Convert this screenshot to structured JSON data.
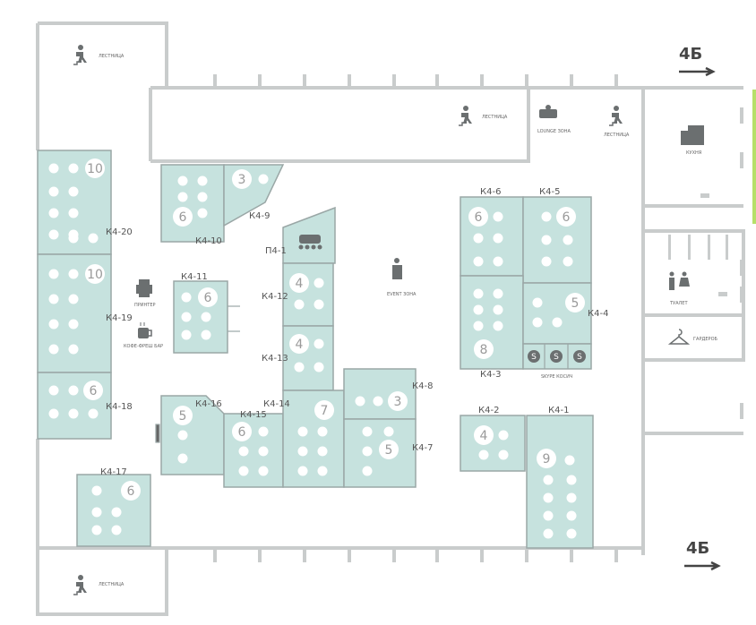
{
  "labels": {
    "stairs": "ЛЕСТНИЦА",
    "lounge": "LOUNGE ЗОНА",
    "kitchen": "КУХНЯ",
    "event": "EVENT ЗОНА",
    "printer": "ПРИНТЕР",
    "coffee": "КОФЕ-ФРЕШ БАР",
    "toilet": "ТУАЛЕТ",
    "wardrobe": "ГАРДЕРОБ",
    "skype": "SKYPE КОСИЧ",
    "to_4b_top": "4Б",
    "to_4b_bottom": "4Б"
  },
  "offices": [
    {
      "id": "K4-20",
      "label": "К4-20",
      "seats": "10"
    },
    {
      "id": "K4-19",
      "label": "К4-19",
      "seats": "10"
    },
    {
      "id": "K4-18",
      "label": "К4-18",
      "seats": "6"
    },
    {
      "id": "K4-17",
      "label": "К4-17",
      "seats": "6"
    },
    {
      "id": "K4-10",
      "label": "К4-10",
      "seats": "6"
    },
    {
      "id": "K4-9",
      "label": "К4-9",
      "seats": "3"
    },
    {
      "id": "K4-11",
      "label": "К4-11",
      "seats": "6"
    },
    {
      "id": "P4-1",
      "label": "П4-1",
      "seats": ""
    },
    {
      "id": "K4-12",
      "label": "К4-12",
      "seats": "4"
    },
    {
      "id": "K4-13",
      "label": "К4-13",
      "seats": "4"
    },
    {
      "id": "K4-16",
      "label": "К4-16",
      "seats": "5"
    },
    {
      "id": "K4-15",
      "label": "К4-15",
      "seats": "6"
    },
    {
      "id": "K4-14",
      "label": "К4-14",
      "seats": "7"
    },
    {
      "id": "K4-8",
      "label": "К4-8",
      "seats": "3"
    },
    {
      "id": "K4-7",
      "label": "К4-7",
      "seats": "5"
    },
    {
      "id": "K4-6",
      "label": "К4-6",
      "seats": "6"
    },
    {
      "id": "K4-5",
      "label": "К4-5",
      "seats": "6"
    },
    {
      "id": "K4-3",
      "label": "К4-3",
      "seats": "8"
    },
    {
      "id": "K4-4",
      "label": "К4-4",
      "seats": "5"
    },
    {
      "id": "K4-2",
      "label": "К4-2",
      "seats": "4"
    },
    {
      "id": "K4-1",
      "label": "К4-1",
      "seats": "9"
    }
  ],
  "colors": {
    "room": "#c6e2de",
    "room_stroke": "#9aa7a6",
    "wall": "#c9cccc",
    "seat": "#ffffff",
    "text": "#555555"
  }
}
